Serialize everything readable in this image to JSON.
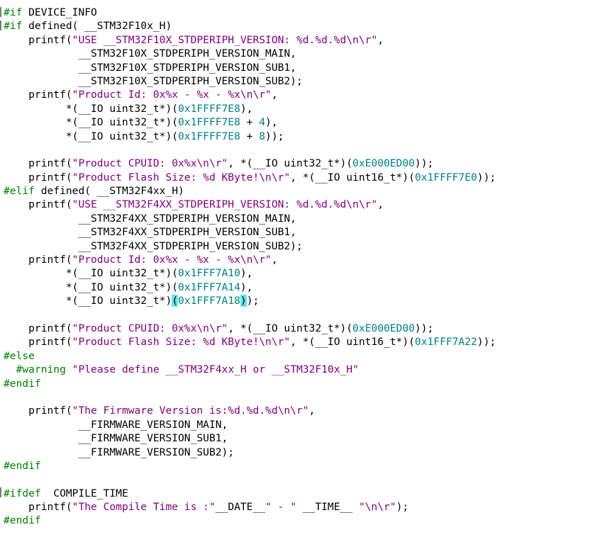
{
  "colors": {
    "background": "#ffffff",
    "preprocessor": "#008000",
    "string": "#800080",
    "number": "#008080",
    "plain": "#000000",
    "brace_highlight": "#64e6f0"
  },
  "lines": [
    [
      {
        "t": "pp",
        "v": "#if"
      },
      {
        "t": "txt",
        "v": " DEVICE_INFO"
      }
    ],
    [
      {
        "t": "pp",
        "v": "#if"
      },
      {
        "t": "txt",
        "v": " defined( __STM32F10x_H)"
      }
    ],
    [
      {
        "t": "txt",
        "v": "    printf("
      },
      {
        "t": "str",
        "v": "\"USE __STM32F10X_STDPERIPH_VERSION: %d.%d.%d\\n\\r\""
      },
      {
        "t": "txt",
        "v": ","
      }
    ],
    [
      {
        "t": "txt",
        "v": "            __STM32F10X_STDPERIPH_VERSION_MAIN,"
      }
    ],
    [
      {
        "t": "txt",
        "v": "            __STM32F10X_STDPERIPH_VERSION_SUB1,"
      }
    ],
    [
      {
        "t": "txt",
        "v": "            __STM32F10X_STDPERIPH_VERSION_SUB2);"
      }
    ],
    [
      {
        "t": "txt",
        "v": "    printf("
      },
      {
        "t": "str",
        "v": "\"Product Id: 0x%x - %x - %x\\n\\r\""
      },
      {
        "t": "txt",
        "v": ","
      }
    ],
    [
      {
        "t": "txt",
        "v": "          *(__IO uint32_t*)("
      },
      {
        "t": "num",
        "v": "0x1FFFF7E8"
      },
      {
        "t": "txt",
        "v": "),"
      }
    ],
    [
      {
        "t": "txt",
        "v": "          *(__IO uint32_t*)("
      },
      {
        "t": "num",
        "v": "0x1FFFF7E8"
      },
      {
        "t": "txt",
        "v": " + "
      },
      {
        "t": "num",
        "v": "4"
      },
      {
        "t": "txt",
        "v": "),"
      }
    ],
    [
      {
        "t": "txt",
        "v": "          *(__IO uint32_t*)("
      },
      {
        "t": "num",
        "v": "0x1FFFF7E8"
      },
      {
        "t": "txt",
        "v": " + "
      },
      {
        "t": "num",
        "v": "8"
      },
      {
        "t": "txt",
        "v": "));"
      }
    ],
    [
      {
        "t": "txt",
        "v": ""
      }
    ],
    [
      {
        "t": "txt",
        "v": "    printf("
      },
      {
        "t": "str",
        "v": "\"Product CPUID: 0x%x\\n\\r\""
      },
      {
        "t": "txt",
        "v": ", *(__IO uint32_t*)("
      },
      {
        "t": "num",
        "v": "0xE000ED00"
      },
      {
        "t": "txt",
        "v": "));"
      }
    ],
    [
      {
        "t": "txt",
        "v": "    printf("
      },
      {
        "t": "str",
        "v": "\"Product Flash Size: %d KByte!\\n\\r\""
      },
      {
        "t": "txt",
        "v": ", *(__IO uint16_t*)("
      },
      {
        "t": "num",
        "v": "0x1FFFF7E0"
      },
      {
        "t": "txt",
        "v": "));"
      }
    ],
    [
      {
        "t": "pp",
        "v": "#elif"
      },
      {
        "t": "txt",
        "v": " defined( __STM32F4xx_H)"
      }
    ],
    [
      {
        "t": "txt",
        "v": "    printf("
      },
      {
        "t": "str",
        "v": "\"USE __STM32F4XX_STDPERIPH_VERSION: %d.%d.%d\\n\\r\""
      },
      {
        "t": "txt",
        "v": ","
      }
    ],
    [
      {
        "t": "txt",
        "v": "            __STM32F4XX_STDPERIPH_VERSION_MAIN,"
      }
    ],
    [
      {
        "t": "txt",
        "v": "            __STM32F4XX_STDPERIPH_VERSION_SUB1,"
      }
    ],
    [
      {
        "t": "txt",
        "v": "            __STM32F4XX_STDPERIPH_VERSION_SUB2);"
      }
    ],
    [
      {
        "t": "txt",
        "v": "    printf("
      },
      {
        "t": "str",
        "v": "\"Product Id: 0x%x - %x - %x\\n\\r\""
      },
      {
        "t": "txt",
        "v": ","
      }
    ],
    [
      {
        "t": "txt",
        "v": "          *(__IO uint32_t*)("
      },
      {
        "t": "num",
        "v": "0x1FFF7A10"
      },
      {
        "t": "txt",
        "v": "),"
      }
    ],
    [
      {
        "t": "txt",
        "v": "          *(__IO uint32_t*)("
      },
      {
        "t": "num",
        "v": "0x1FFF7A14"
      },
      {
        "t": "txt",
        "v": "),"
      }
    ],
    [
      {
        "t": "txt",
        "v": "          *(__IO uint32_t*)"
      },
      {
        "t": "hl",
        "v": "("
      },
      {
        "t": "num",
        "v": "0x1FFF7A18"
      },
      {
        "t": "hl",
        "v": ")"
      },
      {
        "t": "txt",
        "v": ");"
      }
    ],
    [
      {
        "t": "txt",
        "v": ""
      }
    ],
    [
      {
        "t": "txt",
        "v": "    printf("
      },
      {
        "t": "str",
        "v": "\"Product CPUID: 0x%x\\n\\r\""
      },
      {
        "t": "txt",
        "v": ", *(__IO uint32_t*)("
      },
      {
        "t": "num",
        "v": "0xE000ED00"
      },
      {
        "t": "txt",
        "v": "));"
      }
    ],
    [
      {
        "t": "txt",
        "v": "    printf("
      },
      {
        "t": "str",
        "v": "\"Product Flash Size: %d KByte!\\n\\r\""
      },
      {
        "t": "txt",
        "v": ", *(__IO uint16_t*)("
      },
      {
        "t": "num",
        "v": "0x1FFF7A22"
      },
      {
        "t": "txt",
        "v": "));"
      }
    ],
    [
      {
        "t": "pp",
        "v": "#else"
      }
    ],
    [
      {
        "t": "pp",
        "v": "  #warning"
      },
      {
        "t": "txt",
        "v": " "
      },
      {
        "t": "str",
        "v": "\"Please define __STM32F4xx_H or __STM32F10x_H\""
      }
    ],
    [
      {
        "t": "pp",
        "v": "#endif"
      }
    ],
    [
      {
        "t": "txt",
        "v": ""
      }
    ],
    [
      {
        "t": "txt",
        "v": "    printf("
      },
      {
        "t": "str",
        "v": "\"The Firmware Version is:%d.%d.%d\\n\\r\""
      },
      {
        "t": "txt",
        "v": ","
      }
    ],
    [
      {
        "t": "txt",
        "v": "            __FIRMWARE_VERSION_MAIN,"
      }
    ],
    [
      {
        "t": "txt",
        "v": "            __FIRMWARE_VERSION_SUB1,"
      }
    ],
    [
      {
        "t": "txt",
        "v": "            __FIRMWARE_VERSION_SUB2);"
      }
    ],
    [
      {
        "t": "pp",
        "v": "#endif"
      }
    ],
    [
      {
        "t": "txt",
        "v": ""
      }
    ],
    [
      {
        "t": "pp",
        "v": "#ifdef"
      },
      {
        "t": "txt",
        "v": "  COMPILE_TIME"
      }
    ],
    [
      {
        "t": "txt",
        "v": "    printf("
      },
      {
        "t": "str",
        "v": "\"The Compile Time is :\""
      },
      {
        "t": "txt",
        "v": "__DATE__"
      },
      {
        "t": "str",
        "v": "\" - \""
      },
      {
        "t": "txt",
        "v": " __TIME__ "
      },
      {
        "t": "str",
        "v": "\"\\n\\r\""
      },
      {
        "t": "txt",
        "v": ");"
      }
    ],
    [
      {
        "t": "pp",
        "v": "#endif"
      }
    ]
  ]
}
